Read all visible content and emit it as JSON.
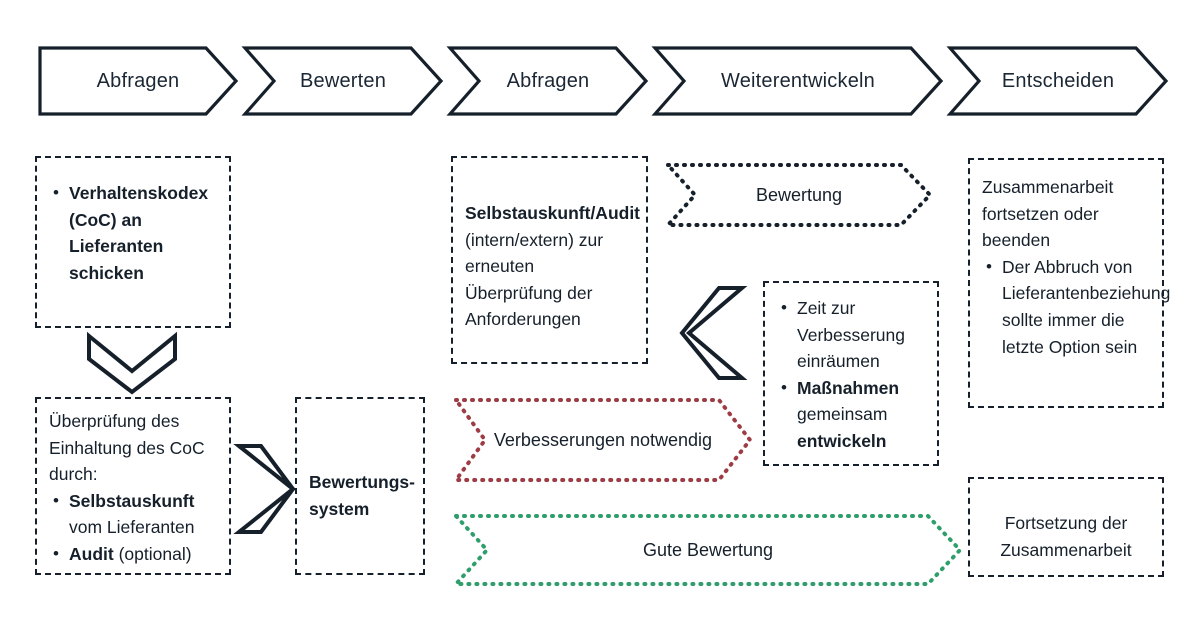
{
  "process_banners": [
    {
      "label": "Abfragen",
      "shape": "pentagon"
    },
    {
      "label": "Bewerten",
      "shape": "chevron"
    },
    {
      "label": "Abfragen",
      "shape": "chevron"
    },
    {
      "label": "Weiterentwickeln",
      "shape": "chevron"
    },
    {
      "label": "Entscheiden",
      "shape": "chevron"
    }
  ],
  "boxes": {
    "coc_send": {
      "bullets": [
        "Verhaltenskodex (CoC) an Lieferanten schicken"
      ]
    },
    "coc_check": {
      "intro": "Überprüfung des Einhaltung des CoC durch:",
      "bullet1_bold": "Selbstauskunft",
      "bullet1_rest": " vom Lieferanten",
      "bullet2_bold": "Audit",
      "bullet2_rest": " (optional)"
    },
    "rating_system": {
      "label": "Bewertungs-system"
    },
    "self_disclosure": {
      "bold": "Selbstauskunft/Audit",
      "rest": " (intern/extern) zur erneuten Überprüfung der Anforderungen"
    },
    "improvement": {
      "bullet1": "Zeit zur Verbesserung einräumen",
      "bullet2_bold_a": "Maßnahmen",
      "bullet2_mid": " gemeinsam ",
      "bullet2_bold_b": "entwickeln"
    },
    "cooperation_decision": {
      "intro": "Zusammenarbeit fortsetzen oder beenden",
      "bullet": "Der Abbruch von Lieferantenbeziehung sollte immer die letzte Option sein"
    },
    "continuation": {
      "label": "Fortsetzung der Zusammenarbeit"
    }
  },
  "flow_arrows": {
    "evaluation": {
      "label": "Bewertung",
      "color": "#16202b"
    },
    "improvements": {
      "label": "Verbesserungen notwendig",
      "color": "#9d3c44"
    },
    "good_rating": {
      "label": "Gute Bewertung",
      "color": "#2e9e6b"
    }
  },
  "connectors": {
    "down_chevron": "chevron-down-icon",
    "right_chevron": "chevron-right-icon",
    "left_chevron": "chevron-left-icon"
  },
  "colors": {
    "ink": "#16202b",
    "red": "#9d3c44",
    "green": "#2e9e6b"
  }
}
